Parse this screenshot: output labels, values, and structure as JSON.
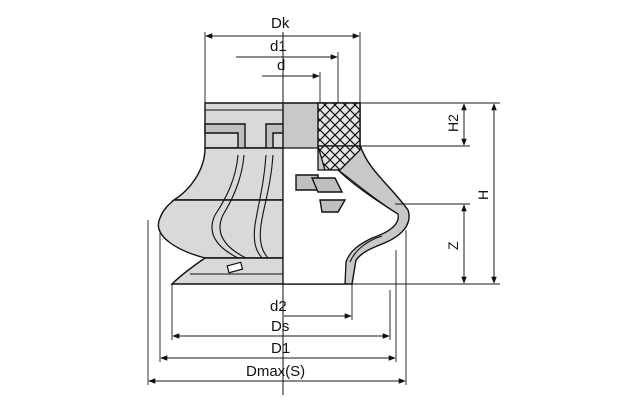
{
  "labels": {
    "dk": "Dk",
    "d1": "d1",
    "d": "d",
    "h2": "H2",
    "h": "H",
    "z": "Z",
    "d2": "d2",
    "ds": "Ds",
    "d1_big": "D1",
    "dmax": "Dmax(S)"
  },
  "colors": {
    "body_fill": "#d9d9d9",
    "section_fill": "#c8c8c8",
    "line": "#111111"
  }
}
